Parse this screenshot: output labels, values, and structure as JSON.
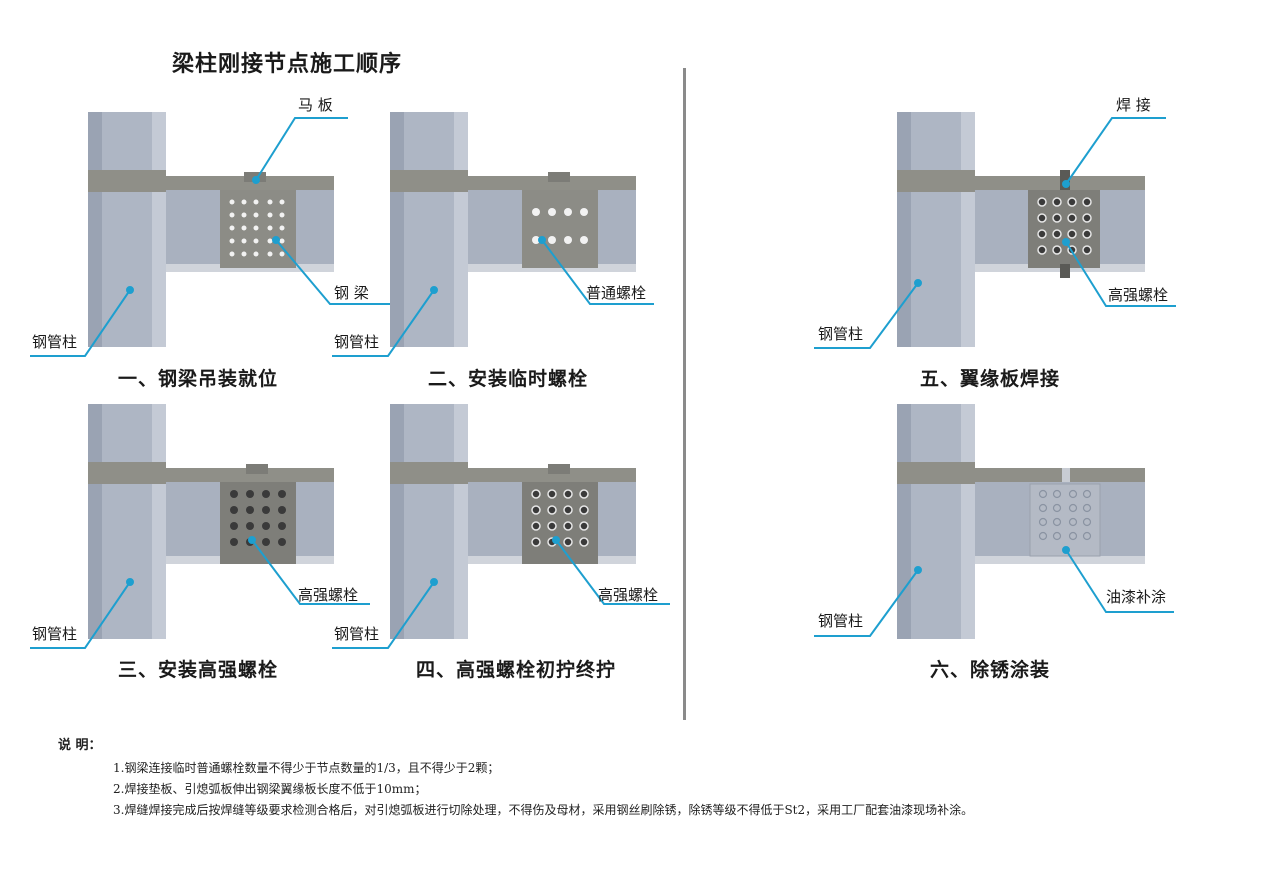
{
  "title": "梁柱刚接节点施工顺序",
  "labels": {
    "column": "钢管柱",
    "beam": "钢 梁",
    "plate": "马 板",
    "common_bolt": "普通螺栓",
    "hs_bolt": "高强螺栓",
    "weld": "焊 接",
    "paint": "油漆补涂"
  },
  "steps": [
    {
      "caption": "一、钢梁吊装就位"
    },
    {
      "caption": "二、安装临时螺栓"
    },
    {
      "caption": "三、安装高强螺栓"
    },
    {
      "caption": "四、高强螺栓初拧终拧"
    },
    {
      "caption": "五、翼缘板焊接"
    },
    {
      "caption": "六、除锈涂装"
    }
  ],
  "notes": {
    "heading": "说 明：",
    "items": [
      "1.钢梁连接临时普通螺栓数量不得少于节点数量的1/3，且不得少于2颗；",
      "2.焊接垫板、引熄弧板伸出钢梁翼缘板长度不低于10mm；",
      "3.焊缝焊接完成后按焊缝等级要求检测合格后，对引熄弧板进行切除处理，不得伤及母材，采用钢丝刷除锈，除锈等级不得低于St2，采用工厂配套油漆现场补涂。"
    ]
  },
  "colors": {
    "column": "#aeb6c4",
    "beam": "#a9b1bf",
    "band": "#8f8f88",
    "plate": "#8c8c86",
    "callout": "#1e9fcf"
  }
}
